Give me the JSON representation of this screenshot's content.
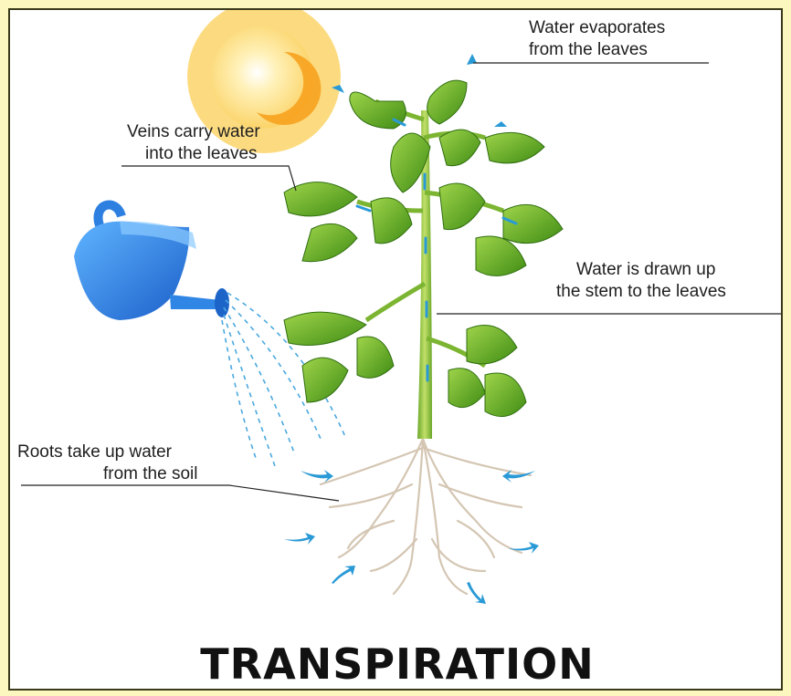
{
  "title": "TRANSPIRATION",
  "labels": {
    "evaporate": {
      "line1": "Water evaporates",
      "line2": "from the leaves"
    },
    "veins": {
      "line1": "Veins carry water",
      "line2": "into the leaves"
    },
    "stem": {
      "line1": "Water is drawn up",
      "line2": "the stem to the leaves"
    },
    "roots": {
      "line1": "Roots take up water",
      "line2": "from the soil"
    }
  },
  "icons": [
    "sun-icon",
    "watering-can-icon",
    "plant-icon",
    "roots-icon",
    "water-arrow-icon"
  ],
  "colors": {
    "background": "#fbf7bf",
    "sun": "#fcd066",
    "can": "#2d7fe0",
    "leaf": "#5aa51e",
    "stem": "#8fc23a",
    "water": "#2a9ad6",
    "root": "#d9cdbd"
  }
}
